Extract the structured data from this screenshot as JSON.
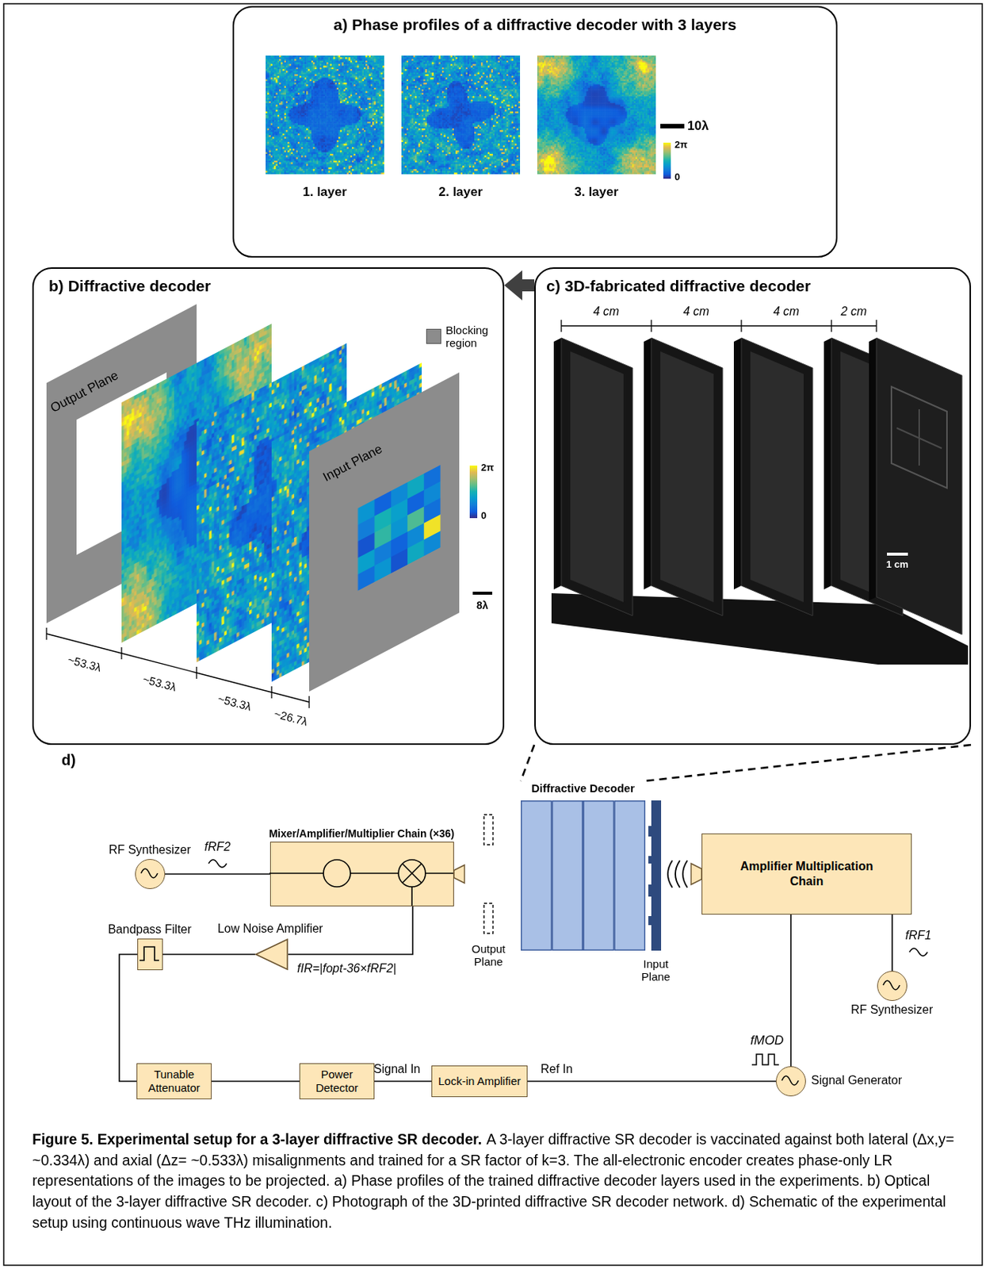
{
  "diagram": {
    "title": "Figure 5. Experimental setup for a 3-layer diffractive SR decoder.",
    "caption": "A 3-layer diffractive SR decoder is vaccinated against both lateral (Δx,y= ~0.334λ) and axial (Δz= ~0.533λ) misalignments and trained for a SR factor of k=3. The all-electronic encoder creates phase-only LR representations of the images to be projected. a) Phase profiles of the trained diffractive decoder layers used in the experiments. b) Optical layout of the 3-layer diffractive SR decoder. c) Photograph of the 3D-printed diffractive SR decoder network. d) Schematic of the experimental setup using continuous wave THz illumination.",
    "nodes": [
      {
        "text": [
          "a) Phase profiles of a diffractive decoder with 3 layers"
        ]
      },
      {
        "text": [
          "b) Diffractive decoder"
        ]
      },
      {
        "text": [
          "c) 3D-fabricated diffractive decoder"
        ]
      },
      {
        "text": [
          "RF Synthesizer"
        ]
      },
      {
        "text": [
          "Mixer/Amplifier/Multiplier Chain (×36)"
        ]
      },
      {
        "text": [
          "Diffractive Decoder"
        ]
      },
      {
        "text": [
          "Amplifier Multiplication Chain"
        ]
      },
      {
        "text": [
          "RF Synthesizer"
        ]
      },
      {
        "text": [
          "Bandpass Filter"
        ]
      },
      {
        "text": [
          "Low Noise Amplifier"
        ]
      },
      {
        "text": [
          "Tunable Attenuator"
        ]
      },
      {
        "text": [
          "Power Detector"
        ]
      },
      {
        "text": [
          "Lock-in Amplifier"
        ]
      },
      {
        "text": [
          "Signal Generator"
        ]
      }
    ],
    "edges": [
      {
        "from": 2,
        "to": 1,
        "arrow": "to"
      },
      {
        "from": 2,
        "to": 5,
        "arrow": "none"
      },
      {
        "from": 2,
        "to": 5,
        "arrow": "none"
      },
      {
        "from": 3,
        "to": 4,
        "label": "fRF2",
        "arrow": "none"
      },
      {
        "from": 4,
        "to": 9,
        "label": "fIR=|fopt-36×fRF2|",
        "arrow": "none"
      },
      {
        "from": 9,
        "to": 8,
        "arrow": "none"
      },
      {
        "from": 8,
        "to": 10,
        "arrow": "none"
      },
      {
        "from": 10,
        "to": 11,
        "arrow": "none"
      },
      {
        "from": 11,
        "to": 12,
        "label": "Signal In",
        "arrow": "none"
      },
      {
        "from": 12,
        "to": 13,
        "label": "Ref In",
        "arrow": "none"
      },
      {
        "from": 13,
        "to": 6,
        "arrow": "none"
      },
      {
        "from": 7,
        "to": 6,
        "label": "fRF1",
        "arrow": "none"
      }
    ],
    "labels": [
      "1. layer",
      "2. layer",
      "3. layer",
      "10λ",
      "2π",
      "0",
      "Output Plane",
      "Input Plane",
      "2π",
      "0",
      "8λ",
      "~53.3λ",
      "~53.3λ",
      "~53.3λ",
      "~26.7λ",
      "4 cm",
      "4 cm",
      "4 cm",
      "2 cm",
      "1 cm",
      "d)",
      "Output Plane",
      "Input Plane",
      "fMOD"
    ],
    "legend": [
      {
        "text": "Blocking region",
        "color": "#8c8c8c"
      }
    ]
  }
}
